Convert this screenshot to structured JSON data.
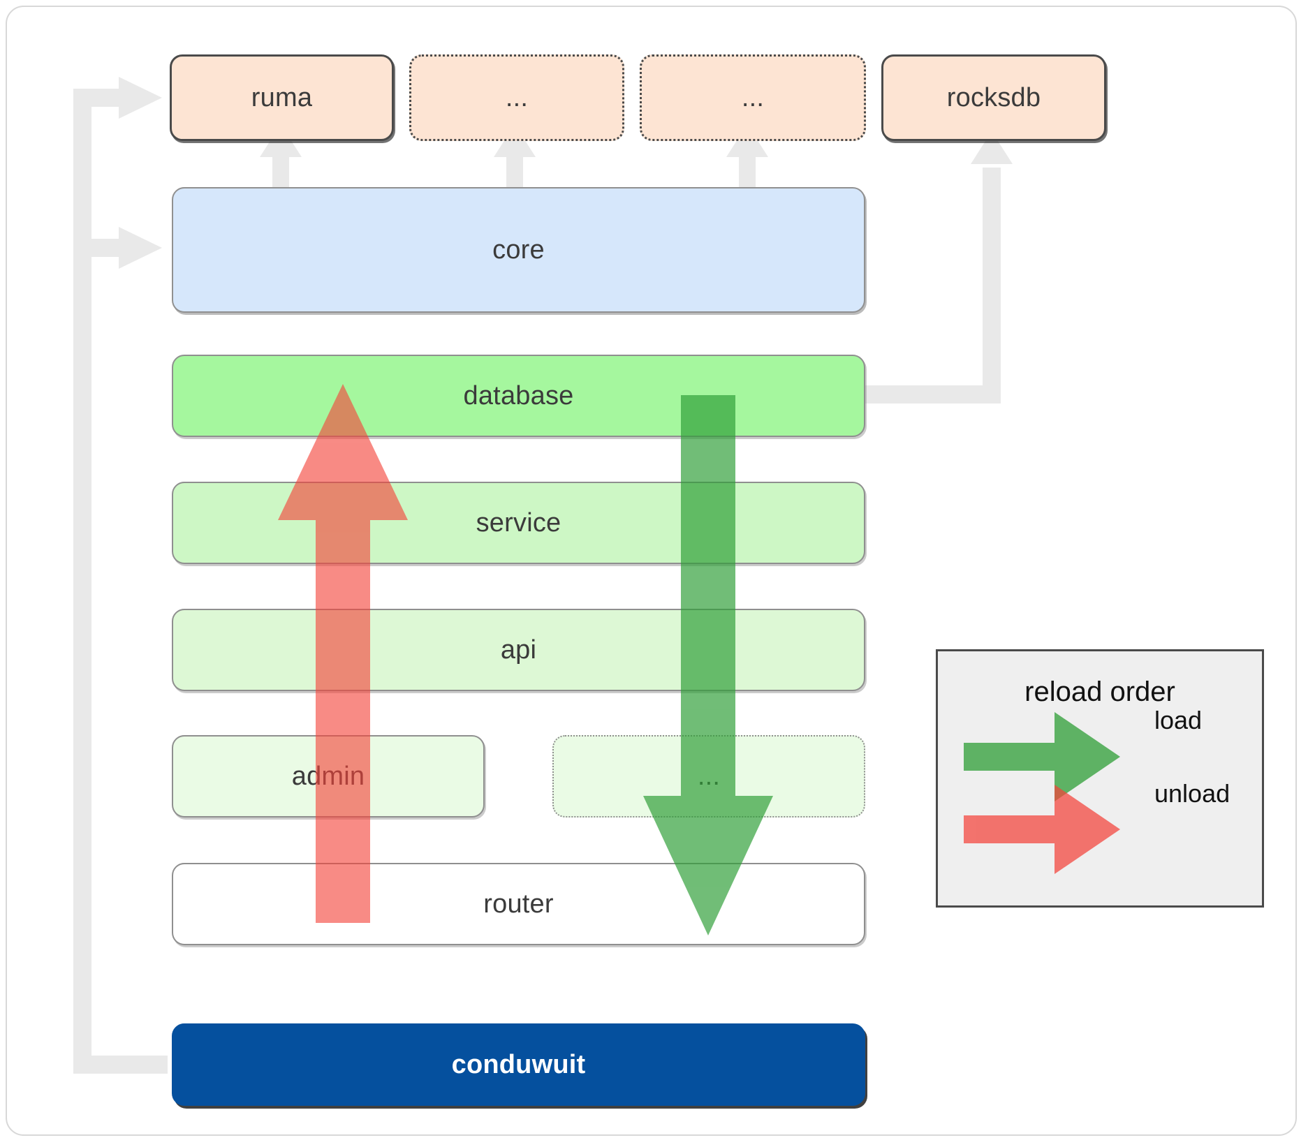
{
  "diagram": {
    "title": "conduwuit crate layering and reload order",
    "colors": {
      "dependency_fill": "#fde4d3",
      "core_fill": "#d6e7fb",
      "database_fill": "#a5f79e",
      "service_fill": "#cdf7c5",
      "api_fill": "#ddf8d5",
      "admin_fill": "#eafbe5",
      "router_fill": "#ffffff",
      "app_fill": "#05509e",
      "connector": "#e8e8e8",
      "load_arrow": "#4caf50",
      "unload_arrow": "#f87171",
      "legend_bg": "#efefef",
      "border_dark": "#4a4a4a",
      "border_light": "#8f8f8f"
    }
  },
  "dependencies": [
    {
      "label": "ruma",
      "style": "solid"
    },
    {
      "label": "...",
      "style": "dotted"
    },
    {
      "label": "...",
      "style": "dotted"
    },
    {
      "label": "rocksdb",
      "style": "solid"
    }
  ],
  "layers": [
    {
      "label": "core",
      "style": "solid"
    },
    {
      "label": "database",
      "style": "solid"
    },
    {
      "label": "service",
      "style": "solid"
    },
    {
      "label": "api",
      "style": "solid"
    },
    {
      "label": "admin",
      "style": "solid"
    },
    {
      "label": "...",
      "style": "dotted"
    },
    {
      "label": "router",
      "style": "solid"
    }
  ],
  "application": {
    "label": "conduwuit"
  },
  "legend": {
    "title": "reload order",
    "entries": [
      {
        "label": "load",
        "color": "#4caf50",
        "direction": "right"
      },
      {
        "label": "unload",
        "color": "#f87171",
        "direction": "right"
      }
    ]
  },
  "flow_arrows": [
    {
      "name": "unload",
      "direction": "up",
      "from": "router",
      "to": "database"
    },
    {
      "name": "load",
      "direction": "down",
      "from": "database",
      "to": "router"
    }
  ]
}
